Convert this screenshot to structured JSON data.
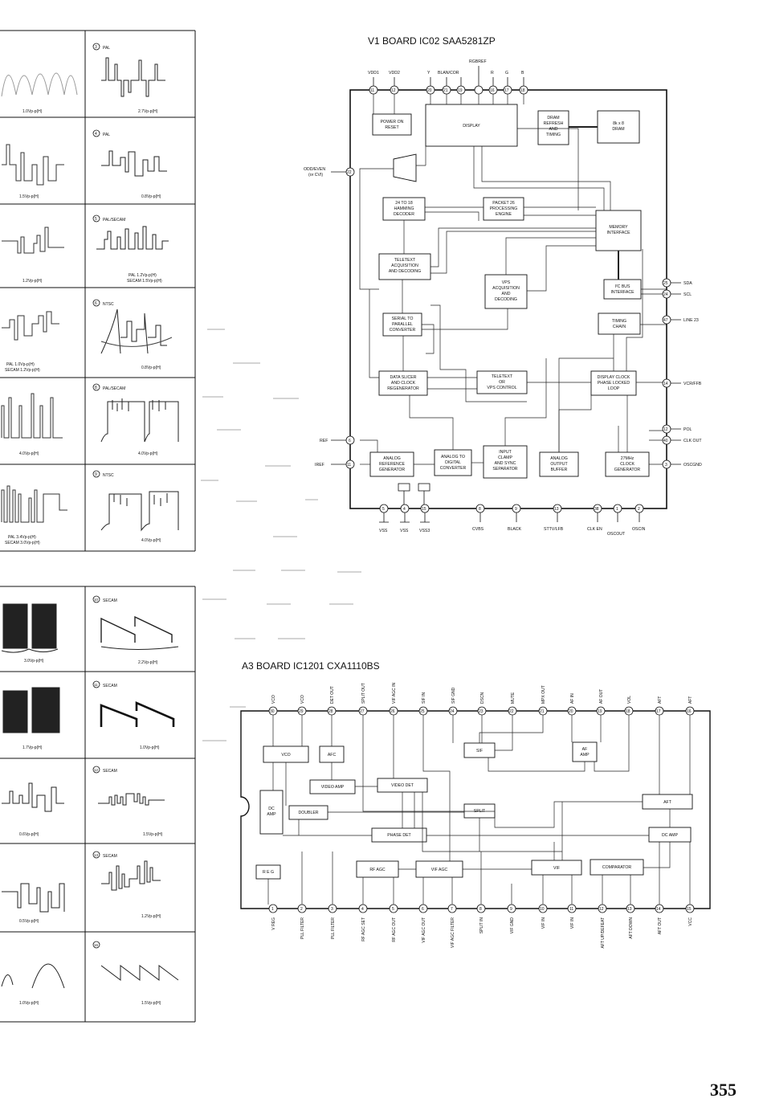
{
  "page_number": "355",
  "waveforms_top": {
    "left_amplitudes": [
      "1.0Vp-p(H)",
      "1.5Vp-p(H)",
      "1.2Vp-p(H)",
      "PAL 1.0Vp-p(H)",
      "SECAM 1.2Vp-p(H)",
      "4.0Vp-p(H)",
      "PAL 3.4Vp-p(H)",
      "SECAM 3.0Vp-p(H)"
    ],
    "cells": [
      {
        "num": "3",
        "title": "PAL",
        "amp": "2.7Vp-p(H)"
      },
      {
        "num": "4",
        "title": "PAL",
        "amp": "0.8Vp-p(H)"
      },
      {
        "num": "5",
        "title": "PAL/SECAM",
        "amp": "PAL 1.2Vp-p(H)",
        "amp2": "SECAM 1.5Vp-p(H)"
      },
      {
        "num": "6",
        "title": "NTSC",
        "amp": "0.8Vp-p(H)"
      },
      {
        "num": "8",
        "title": "PAL/SECAM",
        "amp": "4.0Vp-p(H)"
      },
      {
        "num": "9",
        "title": "NTSC",
        "amp": "4.0Vp-p(H)"
      }
    ]
  },
  "waveforms_bottom": {
    "left_amplitudes": [
      "3.0Vp-p(H)",
      "1.7Vp-p(H)",
      "0.6Vp-p(H)",
      "0.5Vp-p(H)",
      "1.0Vp-p(H)"
    ],
    "cells": [
      {
        "num": "10",
        "title": "SECAM",
        "amp": "2.2Vp-p(H)"
      },
      {
        "num": "11",
        "title": "SECAM",
        "amp": "1.0Vp-p(H)"
      },
      {
        "num": "12",
        "title": "SECAM",
        "amp": "1.5Vp-p(H)"
      },
      {
        "num": "13",
        "title": "SECAM",
        "amp": "1.2Vp-p(H)"
      },
      {
        "num": "16",
        "title": "",
        "amp": "1.5Vp-p(H)"
      }
    ]
  },
  "v1_diagram": {
    "title": "V1 BOARD IC02  SAA5281ZP",
    "top_pins": [
      {
        "num": "11",
        "label": "VDD1"
      },
      {
        "num": "12",
        "label": "VDD2"
      },
      {
        "num": "20",
        "label": "Y"
      },
      {
        "num": "21",
        "label": "BLAN/COR"
      },
      {
        "num": "19",
        "label": "RGBREF"
      },
      {
        "num": "16",
        "label": "R"
      },
      {
        "num": "17",
        "label": "G"
      },
      {
        "num": "18",
        "label": "B"
      }
    ],
    "blocks": {
      "power_on_reset": [
        "POWER ON",
        "RESET"
      ],
      "display": [
        "DISPLAY"
      ],
      "dram_refresh": [
        "DRAM",
        "REFRESH",
        "AND",
        "TIMING"
      ],
      "dram": [
        "8k x 8",
        "DRAM"
      ],
      "hamming": [
        "24 TO 18",
        "HAMMING",
        "DECODER"
      ],
      "packet": [
        "PACKET 26",
        "PROCESSING",
        "ENGINE"
      ],
      "memory_interface": [
        "MEMORY",
        "INTERFACE"
      ],
      "teletext_acq": [
        "TELETEXT",
        "ACQUISITION",
        "AND DECODING"
      ],
      "vps_acq": [
        "VPS",
        "ACQUISITION",
        "AND",
        "DECODING"
      ],
      "i2c": [
        "I²C BUS",
        "INTERFACE"
      ],
      "serial": [
        "SERIAL TO",
        "PARALLEL",
        "CONVERTER"
      ],
      "timing_chain": [
        "TIMING",
        "CHAIN"
      ],
      "data_slicer": [
        "DATA SLICER",
        "AND CLOCK",
        "REGENERATOR"
      ],
      "teletext_vps_control": [
        "TELETEXT",
        "OR",
        "VPS CONTROL"
      ],
      "display_clock": [
        "DISPLAY CLOCK",
        "PHASE LOCKED",
        "LOOP"
      ],
      "analog_ref": [
        "ANALOG",
        "REFERENCE",
        "GENERATOR"
      ],
      "adc": [
        "ANALOG TO",
        "DIGITAL",
        "CONVERTER"
      ],
      "input_clamp": [
        "INPUT",
        "CLAMP",
        "AND SYNC",
        "SEPARATOR"
      ],
      "analog_output": [
        "ANALOG",
        "OUTPUT",
        "BUFFER"
      ],
      "clock_gen": [
        "27MHz",
        "CLOCK",
        "GENERATOR"
      ]
    },
    "left_pins": [
      {
        "num": "22",
        "label": "ODD/EVEN",
        "label2": "(or CVI)"
      },
      {
        "num": "6",
        "label": "REF"
      },
      {
        "num": "11",
        "label": "IREF"
      }
    ],
    "right_pins": [
      {
        "num": "25",
        "label": "SDA"
      },
      {
        "num": "24",
        "label": "SCL"
      },
      {
        "num": "47",
        "label": "LINE 23"
      },
      {
        "num": "14",
        "label": "VCR/FFB"
      },
      {
        "num": "12",
        "label": "POL"
      },
      {
        "num": "40",
        "label": "CLK OUT"
      },
      {
        "num": "3",
        "label": "OSCGND"
      }
    ],
    "bottom_pins": [
      {
        "num": "5",
        "label": "VSS"
      },
      {
        "num": "4",
        "label": "VSS"
      },
      {
        "num": "15",
        "label": "VSS3"
      },
      {
        "num": "8",
        "label": "CVBS"
      },
      {
        "num": "9",
        "label": "BLACK"
      },
      {
        "num": "13",
        "label": "STTV/LFB"
      },
      {
        "num": "38",
        "label": "CLK EN"
      },
      {
        "num": "1",
        "label": "OSCOUT"
      },
      {
        "num": "2",
        "label": "OSCIN"
      }
    ]
  },
  "a3_diagram": {
    "title": "A3 BOARD IC1201 CXA1110BS",
    "top_pins": [
      {
        "num": "30",
        "label": "VCO"
      },
      {
        "num": "29",
        "label": "VCO"
      },
      {
        "num": "28",
        "label": "DET OUT"
      },
      {
        "num": "27",
        "label": "SPLIT OUT"
      },
      {
        "num": "26",
        "label": "VIF AGC IN"
      },
      {
        "num": "25",
        "label": "SIF IN"
      },
      {
        "num": "24",
        "label": "SIF GND"
      },
      {
        "num": "23",
        "label": "DSCN"
      },
      {
        "num": "22",
        "label": "MUTE"
      },
      {
        "num": "21",
        "label": "MPX OUT"
      },
      {
        "num": "20",
        "label": "AF IN"
      },
      {
        "num": "19",
        "label": "AF OUT"
      },
      {
        "num": "18",
        "label": "VOL"
      },
      {
        "num": "17",
        "label": "AFT"
      },
      {
        "num": "16",
        "label": "AFT"
      }
    ],
    "bottom_pins": [
      {
        "num": "1",
        "label": "V REG"
      },
      {
        "num": "2",
        "label": "PLL FILTER"
      },
      {
        "num": "3",
        "label": "PLL FILTER"
      },
      {
        "num": "4",
        "label": "RF AGC SET"
      },
      {
        "num": "5",
        "label": "RF AGC OUT"
      },
      {
        "num": "6",
        "label": "VIF AGC OUT"
      },
      {
        "num": "7",
        "label": "VIF AGC FILTER"
      },
      {
        "num": "8",
        "label": "SPLIT IN"
      },
      {
        "num": "9",
        "label": "VIF GND"
      },
      {
        "num": "10",
        "label": "VIF IN"
      },
      {
        "num": "11",
        "label": "VIF IN"
      },
      {
        "num": "12",
        "label": "AFT UP/DEFEAT"
      },
      {
        "num": "13",
        "label": "AFT DOWN"
      },
      {
        "num": "14",
        "label": "AFT OUT"
      },
      {
        "num": "15",
        "label": "VCC"
      }
    ],
    "blocks": {
      "vco": "VCO",
      "afc": "AFC",
      "sif": "SIF",
      "af_amp": [
        "AF",
        "AMP"
      ],
      "video_amp": "VIDEO AMP",
      "video_det": "VIDEO DET",
      "dc_amp_left": [
        "DC",
        "AMP"
      ],
      "doubler": "DOUBLER",
      "split": "SPLIT",
      "aft": "AFT",
      "phase_det": "PHASE DET",
      "dc_amp_right": "DC AMP",
      "reg": "R E G",
      "rf_agc": "RF AGC",
      "vif_agc": "VIF AGC",
      "vif": "VIF",
      "comparator": "COMPARATOR"
    }
  }
}
